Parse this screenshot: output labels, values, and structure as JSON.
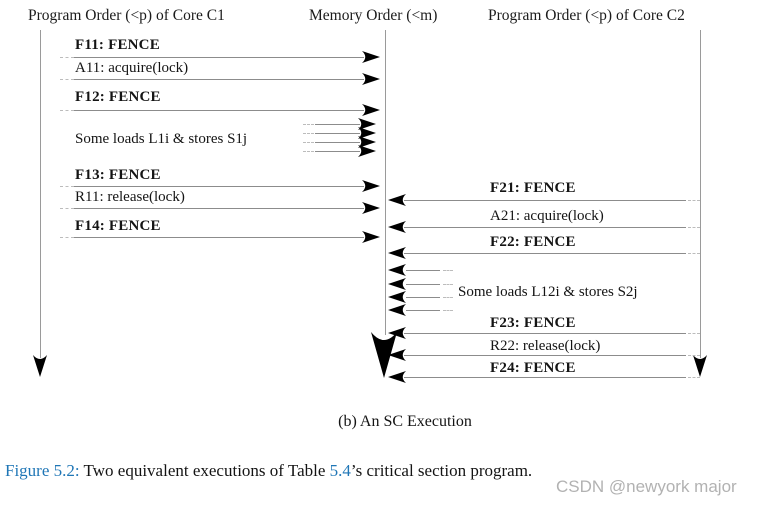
{
  "c1": {
    "header": "Program Order (<p) of Core C1",
    "rows": {
      "f11": "F11: FENCE",
      "a11": "A11: acquire(lock)",
      "f12": "F12: FENCE",
      "loads": "Some loads L1i & stores S1j",
      "f13": "F13: FENCE",
      "r11": "R11: release(lock)",
      "f14": "F14: FENCE"
    }
  },
  "memory": {
    "header": "Memory Order (<m)"
  },
  "c2": {
    "header": "Program Order (<p) of Core C2",
    "rows": {
      "f21": "F21: FENCE",
      "a21": "A21: acquire(lock)",
      "f22": "F22: FENCE",
      "loads": "Some loads L12i & stores S2j",
      "f23": "F23: FENCE",
      "r22": "R22: release(lock)",
      "f24": "F24: FENCE"
    }
  },
  "subcaption": "(b) An SC Execution",
  "caption": {
    "figure_label": "Figure 5.2:",
    "before_ref": " Two equivalent executions of Table ",
    "table_ref": "5.4",
    "after_ref": "’s critical section program."
  },
  "watermark": "CSDN @newyork major",
  "colors": {
    "link_blue": "#1f76b6",
    "line_gray": "#8c8c8c",
    "arrow_black": "#000000",
    "watermark_gray": "#b2b2b2"
  }
}
